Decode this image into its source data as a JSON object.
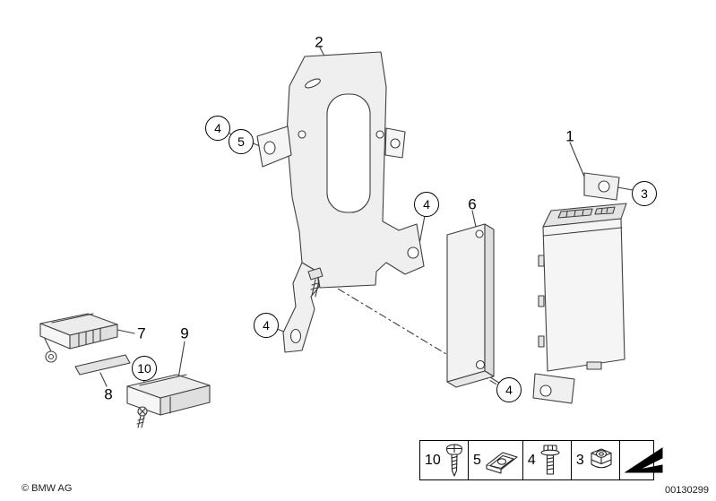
{
  "page": {
    "copyright": "© BMW AG",
    "document_number": "00130299"
  },
  "callouts": {
    "part1": "1",
    "part2": "2",
    "part3": "3",
    "part4": "4",
    "part5": "5",
    "part6": "6",
    "part7": "7",
    "part8": "8",
    "part9": "9",
    "part10": "10"
  },
  "legend": {
    "items": [
      {
        "label": "10",
        "icon": "screw-icon"
      },
      {
        "label": "5",
        "icon": "clip-icon"
      },
      {
        "label": "4",
        "icon": "bolt-icon"
      },
      {
        "label": "3",
        "icon": "nut-icon"
      }
    ],
    "arrow": "direction-arrow-icon"
  },
  "colors": {
    "line": "#3f3f3f",
    "fill_light": "#f3f3f3",
    "fill_mid": "#e6e6e6",
    "fill_dark": "#d9d9d9",
    "arrow": "#000000"
  }
}
